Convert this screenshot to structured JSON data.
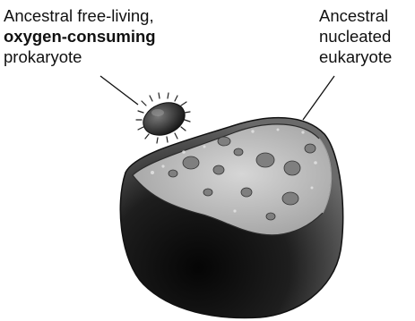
{
  "labels": {
    "prokaryote": {
      "line1": "Ancestral free-living,",
      "line2": "oxygen-consuming",
      "line3": "prokaryote"
    },
    "eukaryote": {
      "line1": "Ancestral",
      "line2": "nucleated",
      "line3": "eukaryote"
    }
  },
  "colors": {
    "ink": "#111111",
    "cell_surface": "#bdbdbd",
    "cell_shadow": "#2a2a2a",
    "organelle": "#8c8c8c"
  }
}
